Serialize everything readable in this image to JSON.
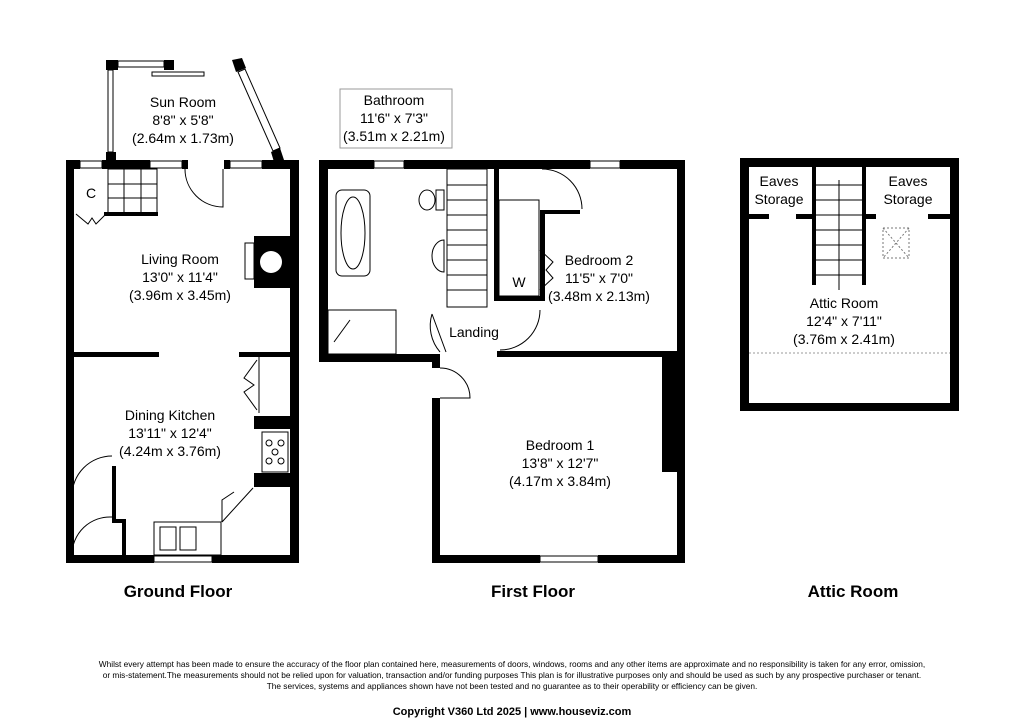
{
  "floors": {
    "ground": {
      "label": "Ground Floor",
      "rooms": [
        {
          "name": "Sun Room",
          "imperial": "8'8\" x 5'8\"",
          "metric": "(2.64m x 1.73m)"
        },
        {
          "name": "Living Room",
          "imperial": "13'0\" x 11'4\"",
          "metric": "(3.96m x 3.45m)"
        },
        {
          "name": "Dining Kitchen",
          "imperial": "13'11\" x 12'4\"",
          "metric": "(4.24m x 3.76m)"
        }
      ],
      "cupboard_label": "C"
    },
    "first": {
      "label": "First Floor",
      "rooms": [
        {
          "name": "Bathroom",
          "imperial": "11'6\" x 7'3\"",
          "metric": "(3.51m x 2.21m)"
        },
        {
          "name": "Bedroom 2",
          "imperial": "11'5\" x 7'0\"",
          "metric": "(3.48m x 2.13m)"
        },
        {
          "name": "Landing"
        },
        {
          "name": "Bedroom 1",
          "imperial": "13'8\" x 12'7\"",
          "metric": "(4.17m x 3.84m)"
        }
      ],
      "wardrobe_label": "W"
    },
    "attic": {
      "label": "Attic Room",
      "rooms": [
        {
          "name": "Eaves",
          "sub": "Storage"
        },
        {
          "name": "Eaves",
          "sub": "Storage"
        },
        {
          "name": "Attic Room",
          "imperial": "12'4\" x 7'11\"",
          "metric": "(3.76m x 2.41m)"
        }
      ]
    }
  },
  "disclaimer": [
    "Whilst every attempt has been made to ensure the accuracy of the floor plan contained here, measurements of doors, windows, rooms and any other items are approximate and no responsibility is taken for any error, omission,",
    "or mis-statement.The measurements should not be relied upon for valuation, transaction and/or funding purposes This plan is for illustrative purposes only and should be used as such by any prospective purchaser or tenant.",
    "The services, systems and appliances shown have not been tested and no guarantee as to their operability or efficiency can be given."
  ],
  "copyright": "Copyright V360 Ltd 2025 | www.houseviz.com"
}
